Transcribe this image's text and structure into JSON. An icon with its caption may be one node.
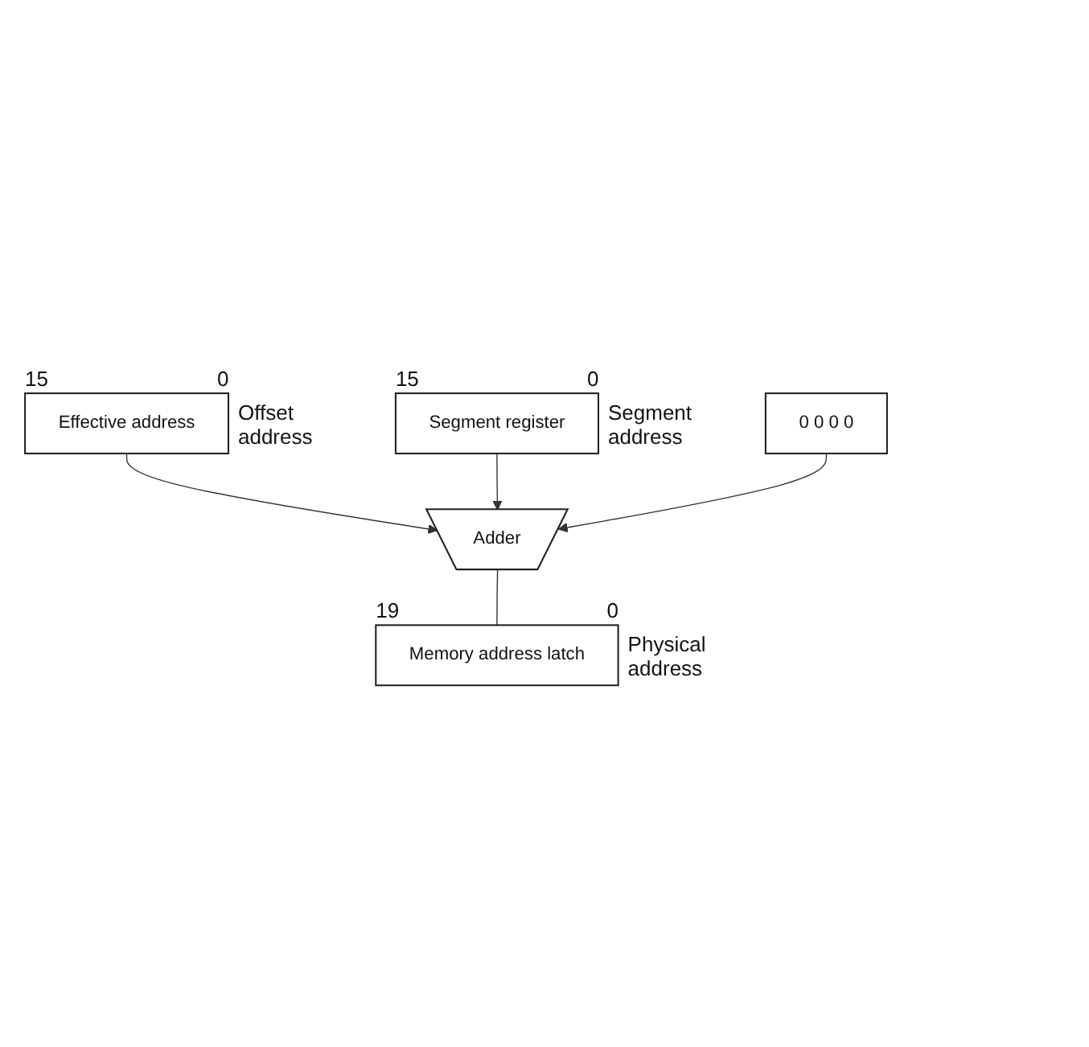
{
  "diagram": {
    "nodes": [
      {
        "text": [
          "Effective address"
        ],
        "beside": [
          "Offset address"
        ]
      },
      {
        "text": [
          "Segment register"
        ],
        "beside": [
          "Segment address"
        ]
      },
      {
        "text": [
          "0 0 0 0"
        ]
      },
      {
        "text": [
          "Adder"
        ]
      },
      {
        "text": [
          "Memory address latch"
        ],
        "beside": [
          "Physical address"
        ]
      }
    ],
    "edges": [
      {
        "from": 0,
        "to": 3,
        "arrow": "to"
      },
      {
        "from": 1,
        "to": 3,
        "arrow": "to"
      },
      {
        "from": 2,
        "to": 3,
        "arrow": "to"
      },
      {
        "from": 3,
        "to": 4,
        "arrow": "none"
      }
    ],
    "labels": [
      "15",
      "0",
      "15",
      "0",
      "19",
      "0"
    ]
  }
}
